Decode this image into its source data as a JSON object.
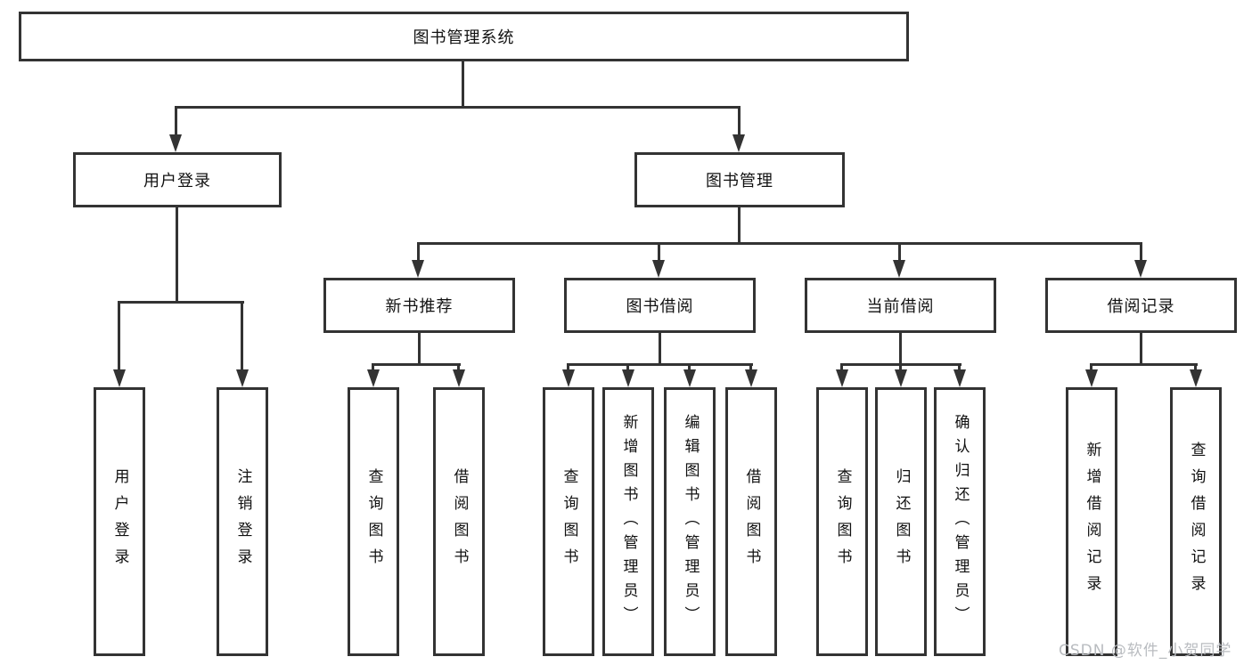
{
  "colors": {
    "line": "#333333",
    "text": "#111111",
    "background": "#ffffff",
    "watermark": "#b9bcc0"
  },
  "root": {
    "label": "图书管理系统"
  },
  "level2": {
    "user_login": {
      "label": "用户登录"
    },
    "book_mgmt": {
      "label": "图书管理"
    }
  },
  "modules": {
    "new_book": {
      "label": "新书推荐"
    },
    "borrow": {
      "label": "图书借阅"
    },
    "current": {
      "label": "当前借阅"
    },
    "records": {
      "label": "借阅记录"
    }
  },
  "leaves": {
    "user_login": [
      "用户登录",
      "注销登录"
    ],
    "new_book": [
      "查询图书",
      "借阅图书"
    ],
    "borrow": [
      "查询图书",
      "新增图书（管理员）",
      "编辑图书（管理员）",
      "借阅图书"
    ],
    "current": [
      "查询图书",
      "归还图书",
      "确认归还（管理员）"
    ],
    "records": [
      "新增借阅记录",
      "查询借阅记录"
    ]
  },
  "watermark": "CSDN @软件_小贺同学"
}
